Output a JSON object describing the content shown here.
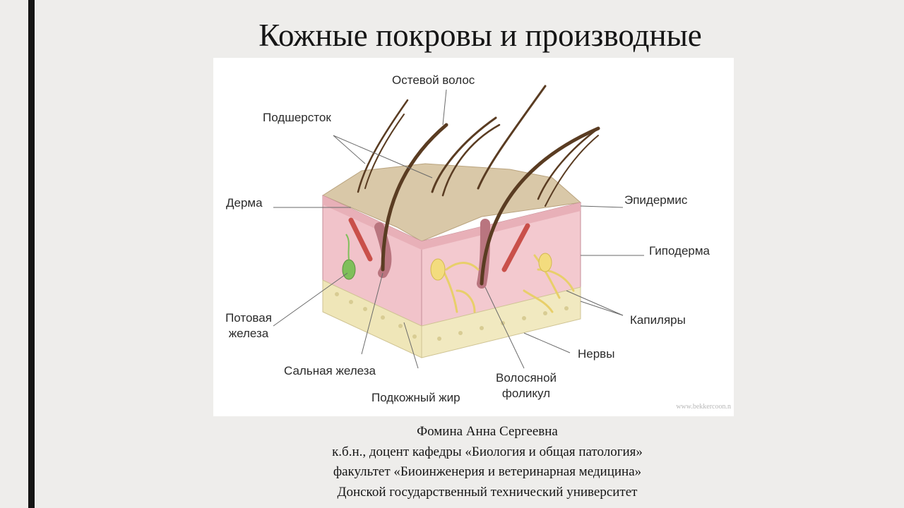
{
  "slide": {
    "title": "Кожные покровы и производные"
  },
  "diagram": {
    "labels": {
      "guard_hair": "Остевой волос",
      "undercoat": "Подшерсток",
      "dermis": "Дерма",
      "epidermis": "Эпидермис",
      "hypodermis": "Гиподерма",
      "sweat_gland_1": "Потовая",
      "sweat_gland_2": "железа",
      "capillaries": "Капиляры",
      "nerves": "Нервы",
      "sebaceous_gland": "Сальная железа",
      "hair_follicle_1": "Волосяной",
      "hair_follicle_2": "фоликул",
      "subcutaneous_fat": "Подкожный жир"
    },
    "watermark": "www.bekkercoon.n",
    "colors": {
      "epidermis": "#d9c8a8",
      "dermis": "#f0c2c8",
      "fat": "#efe6b8",
      "hair": "#5a3c22",
      "gland": "#e8cf6a",
      "muscle": "#c9504a"
    }
  },
  "credits": {
    "name": "Фомина Анна Сергеевна",
    "position": "к.б.н., доцент кафедры «Биология и общая патология»",
    "faculty": "факультет «Биоинженерия и ветеринарная медицина»",
    "university": "Донской государственный технический университет"
  }
}
